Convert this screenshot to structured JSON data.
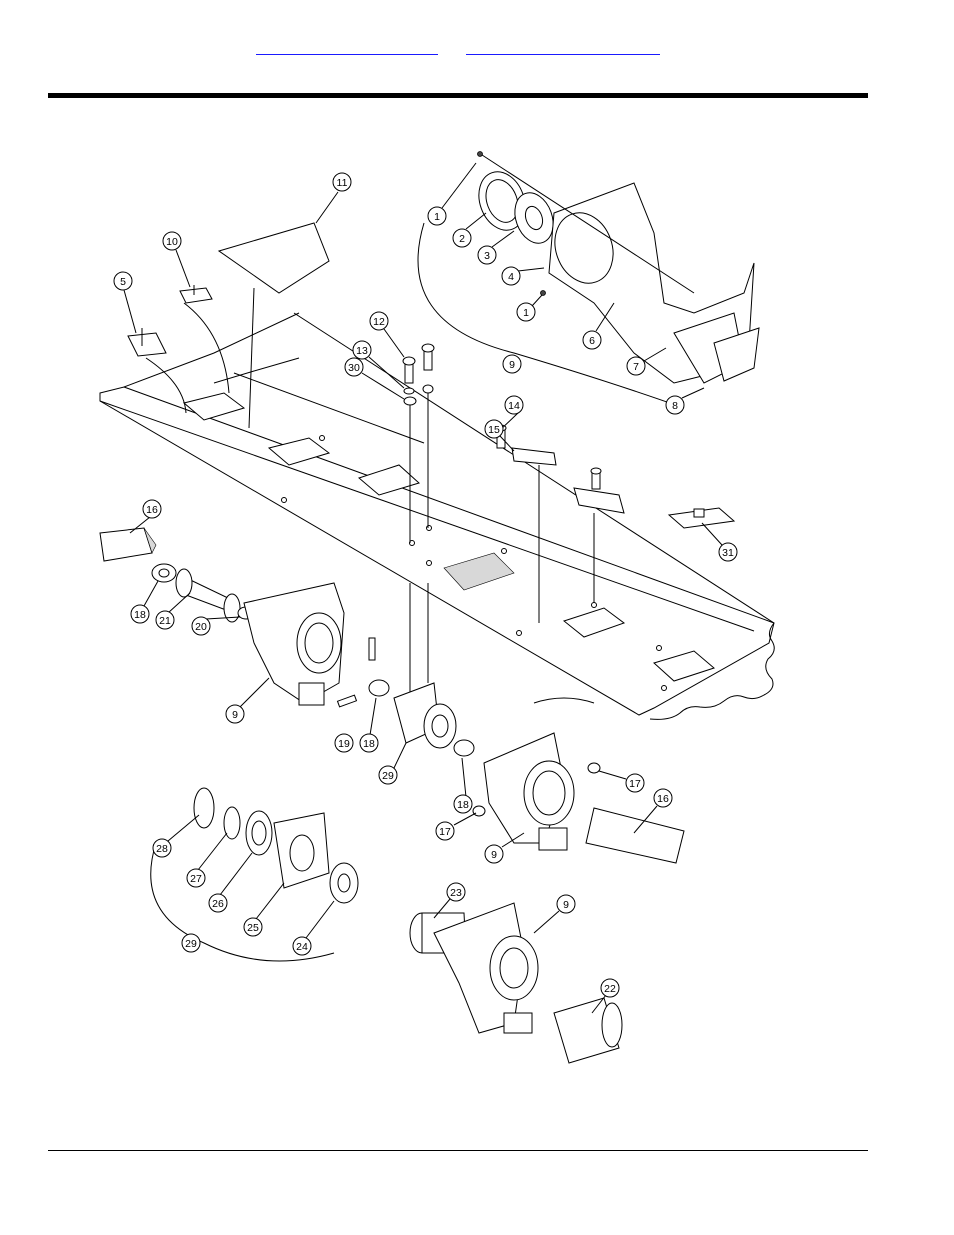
{
  "header": {
    "link_left": "",
    "link_right": ""
  },
  "callouts": [
    {
      "id": "c1a",
      "label": "1"
    },
    {
      "id": "c2",
      "label": "2"
    },
    {
      "id": "c3",
      "label": "3"
    },
    {
      "id": "c4",
      "label": "4"
    },
    {
      "id": "c1b",
      "label": "1"
    },
    {
      "id": "c6",
      "label": "6"
    },
    {
      "id": "c7",
      "label": "7"
    },
    {
      "id": "c8",
      "label": "8"
    },
    {
      "id": "c9a",
      "label": "9"
    },
    {
      "id": "c11",
      "label": "11"
    },
    {
      "id": "c10",
      "label": "10"
    },
    {
      "id": "c5",
      "label": "5"
    },
    {
      "id": "c12",
      "label": "12"
    },
    {
      "id": "c13",
      "label": "13"
    },
    {
      "id": "c30",
      "label": "30"
    },
    {
      "id": "c14",
      "label": "14"
    },
    {
      "id": "c15",
      "label": "15"
    },
    {
      "id": "c31",
      "label": "31"
    },
    {
      "id": "c16a",
      "label": "16"
    },
    {
      "id": "c18a",
      "label": "18"
    },
    {
      "id": "c21",
      "label": "21"
    },
    {
      "id": "c20",
      "label": "20"
    },
    {
      "id": "c9b",
      "label": "9"
    },
    {
      "id": "c19",
      "label": "19"
    },
    {
      "id": "c18b",
      "label": "18"
    },
    {
      "id": "c29a",
      "label": "29"
    },
    {
      "id": "c18c",
      "label": "18"
    },
    {
      "id": "c17a",
      "label": "17"
    },
    {
      "id": "c17b",
      "label": "17"
    },
    {
      "id": "c9c",
      "label": "9"
    },
    {
      "id": "c16b",
      "label": "16"
    },
    {
      "id": "c28",
      "label": "28"
    },
    {
      "id": "c27",
      "label": "27"
    },
    {
      "id": "c26",
      "label": "26"
    },
    {
      "id": "c25",
      "label": "25"
    },
    {
      "id": "c24",
      "label": "24"
    },
    {
      "id": "c29b",
      "label": "29"
    },
    {
      "id": "c23",
      "label": "23"
    },
    {
      "id": "c9d",
      "label": "9"
    },
    {
      "id": "c22",
      "label": "22"
    }
  ]
}
